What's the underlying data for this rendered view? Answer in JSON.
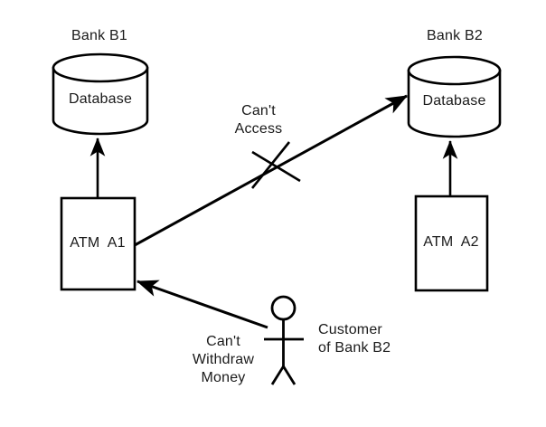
{
  "diagram": {
    "title": "ATM cross-bank access failure diagram",
    "background_color": "#ffffff",
    "stroke_color": "#000000",
    "text_color": "#1a1a1a",
    "nodes": {
      "bank_b1_label": "Bank B1",
      "bank_b2_label": "Bank B2",
      "database_b1_label": "Database",
      "database_b2_label": "Database",
      "atm_a1_label": "ATM  A1",
      "atm_a2_label": "ATM  A2"
    },
    "annotations": {
      "cant_access": "Can't\nAccess",
      "cant_withdraw": "Can't\nWithdraw\nMoney",
      "customer": "Customer\nof Bank B2"
    },
    "edges": [
      {
        "name": "atm-a1-to-database-b1",
        "from": "ATM  A1",
        "to": "Database",
        "style": "solid-arrow",
        "blocked": false
      },
      {
        "name": "atm-a2-to-database-b2",
        "from": "ATM  A2",
        "to": "Database",
        "style": "solid-arrow",
        "blocked": false
      },
      {
        "name": "atm-a1-to-database-b2",
        "from": "ATM  A1",
        "to": "Database",
        "style": "solid-arrow",
        "blocked": true,
        "block_label": "Can't Access"
      },
      {
        "name": "customer-to-atm-a1",
        "from": "Customer of Bank B2",
        "to": "ATM  A1",
        "style": "solid-arrow",
        "blocked": true,
        "block_label": "Can't Withdraw Money"
      }
    ]
  }
}
